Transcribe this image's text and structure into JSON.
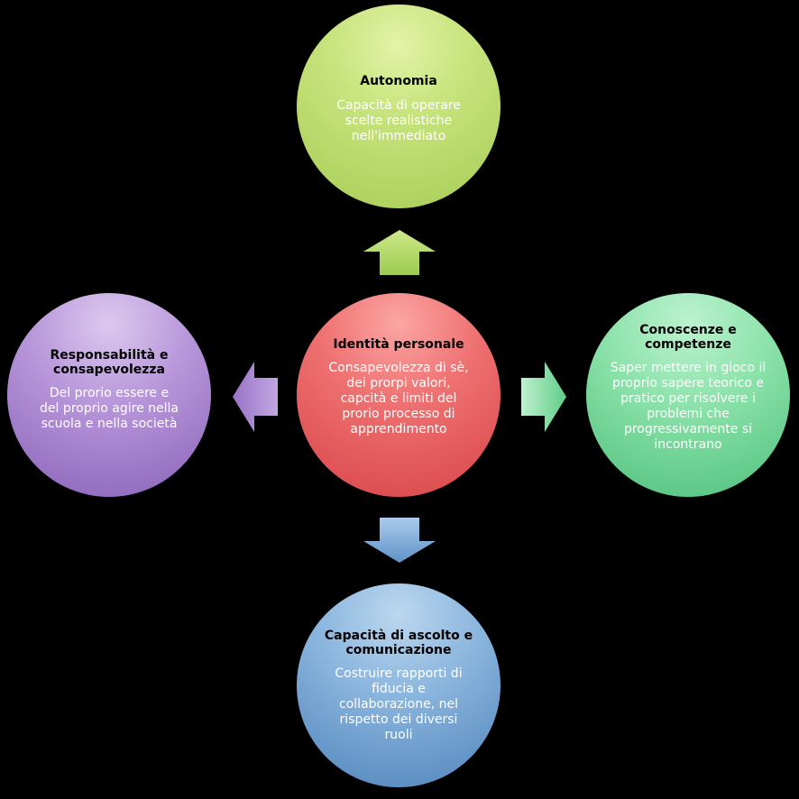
{
  "center": {
    "title": "Identità personale",
    "desc": "Consapevolezza di sè, dei prorpi valori, capcità e limiti del prorio processo di apprendimento"
  },
  "top": {
    "title": "Autonomia",
    "desc": "Capacità di operare scelte realistiche nell'immediato"
  },
  "right": {
    "title": "Conoscenze e competenze",
    "desc": "Saper mettere in gioco il proprio sapere teorico e pratico per risolvere i problemi che progressivamente si incontrano"
  },
  "bottom": {
    "title": "Capacità di ascolto e comunicazione",
    "desc": "Costruire rapporti di fiducia e collaborazione, nel rispetto dei diversi ruoli"
  },
  "left": {
    "title": "Responsabilità e consapevolezza",
    "desc": "Del prorio essere e del proprio agire nella scuola e nella società"
  },
  "colors": {
    "top": "#b8db6a",
    "center": "#e85c5e",
    "right": "#72d695",
    "bottom": "#6d9fd0",
    "left": "#a27ccb"
  },
  "arrows": {
    "up_icon": "arrow-up",
    "right_icon": "arrow-right",
    "down_icon": "arrow-down",
    "left_icon": "arrow-left"
  }
}
